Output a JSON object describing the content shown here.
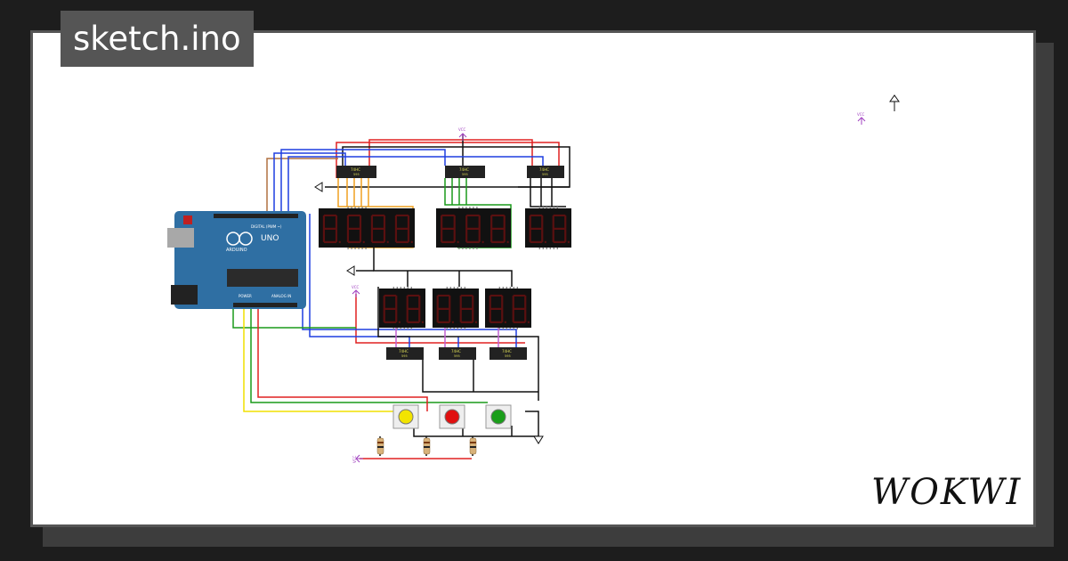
{
  "header": {
    "title": "sketch.ino"
  },
  "brand": {
    "name": "WOKWI"
  },
  "board": {
    "model": "UNO",
    "vendor_label": "ARDUINO",
    "label_digital": "DIGITAL (PWM ~)",
    "label_power": "POWER",
    "label_analog": "ANALOG IN"
  },
  "power_labels": {
    "vcc_top": "VCC",
    "vcc_mid": "VCC",
    "vcc_bottom": "VCC",
    "vcc_far": "VCC"
  },
  "chips": {
    "part_label": "74HC",
    "part_sub": "595"
  },
  "buttons": [
    {
      "color": "#f2e400"
    },
    {
      "color": "#e01010"
    },
    {
      "color": "#1a9e1a"
    }
  ],
  "colors": {
    "board_blue": "#2f6fa3",
    "wire_red": "#e02020",
    "wire_blue": "#1f3fe0",
    "wire_green": "#1a9a1a",
    "wire_yellow": "#f0e000",
    "wire_orange": "#f0a020",
    "wire_black": "#111111",
    "wire_brown": "#b07040",
    "wire_purple": "#c060d0",
    "segment_red": "#5a1010"
  }
}
